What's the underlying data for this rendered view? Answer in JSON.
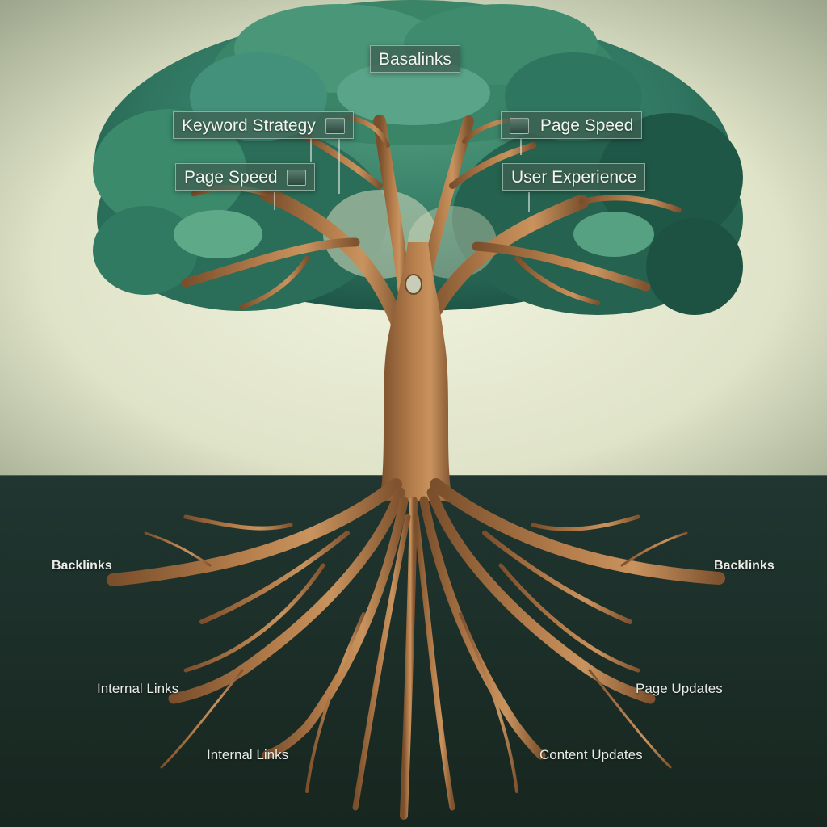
{
  "canopy_labels": {
    "top": "Basalinks",
    "keyword": "Keyword Strategy",
    "page_speed_left": "Page Speed",
    "page_speed_right": "Page Speed",
    "user_experience": "User Experience"
  },
  "root_labels": {
    "backlinks_left": "Backlinks",
    "backlinks_right": "Backlinks",
    "internal_links_1": "Internal Links",
    "internal_links_2": "Internal Links",
    "page_updates": "Page Updates",
    "content_updates": "Content Updates"
  },
  "colors": {
    "sky_light": "#eef1dc",
    "sky_edge": "#9aa48a",
    "ground": "#1d2f2a",
    "foliage_dark": "#1d5a4a",
    "foliage_light": "#5fa488",
    "bark": "#9c6a3f",
    "bark_light": "#c58d58",
    "label_bg": "#3e6052"
  }
}
